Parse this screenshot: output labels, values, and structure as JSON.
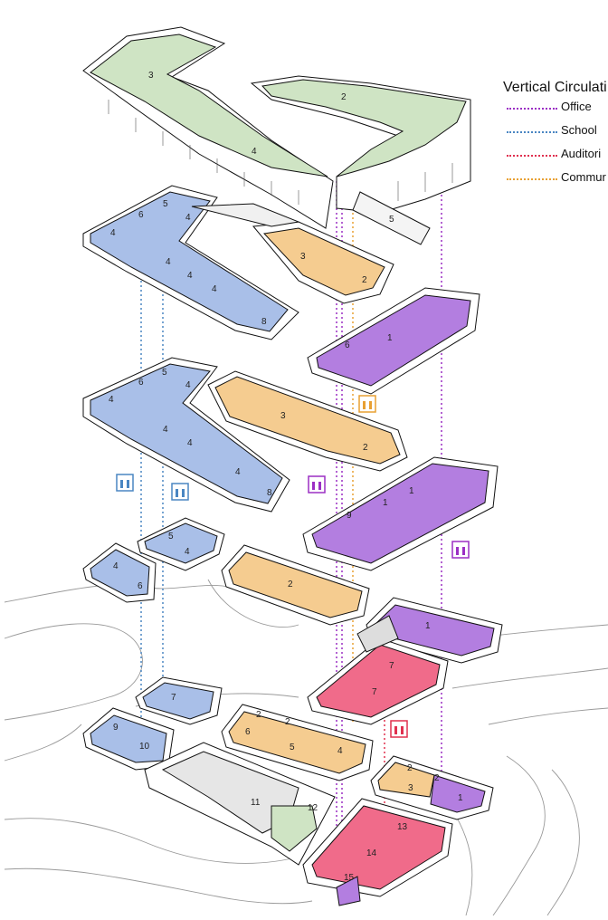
{
  "legend": {
    "title": "Vertical Circulati",
    "items": [
      {
        "label": "Office",
        "color": "#9b2fc4"
      },
      {
        "label": "School",
        "color": "#4a86c2"
      },
      {
        "label": "Auditori",
        "color": "#e0304f"
      },
      {
        "label": "Commur",
        "color": "#e8a032"
      }
    ]
  },
  "colors": {
    "office": "#b37ee0",
    "school": "#a9bfe8",
    "auditorium": "#f06b8a",
    "community": "#f5cc90",
    "green": "#cfe4c4",
    "ground": "#ffffff",
    "outline": "#111111"
  },
  "room_labels": {
    "l_roof_3": "3",
    "l_roof_2": "2",
    "l_roof_4": "4",
    "l_roof_5": "5",
    "a_4a": "4",
    "a_6": "6",
    "a_5": "5",
    "a_4b": "4",
    "a_4c": "4",
    "a_4d": "4",
    "a_4e": "4",
    "a_8": "8",
    "a_3": "3",
    "a_2": "2",
    "b_1": "1",
    "b_6": "6",
    "c_5": "5",
    "c_4a": "4",
    "c_6": "6",
    "c_4b": "4",
    "c_3": "3",
    "c_2": "2",
    "c_4c": "4",
    "c_4d": "4",
    "c_4e": "4",
    "c_8": "8",
    "d_1a": "1",
    "d_1b": "1",
    "d_9": "9",
    "e_5": "5",
    "e_4": "4",
    "f_4": "4",
    "f_6": "6",
    "g_2": "2",
    "h_1": "1",
    "h_7": "7",
    "i_7": "7",
    "j_9": "9",
    "j_10": "10",
    "k_6": "6",
    "k_2a": "2",
    "k_2b": "2",
    "k_5": "5",
    "k_4": "4",
    "m_2a": "2",
    "m_2b": "2",
    "m_3": "3",
    "m_1": "1",
    "n_11": "11",
    "n_12": "12",
    "o_13": "13",
    "o_14": "14",
    "o_15": "15"
  }
}
